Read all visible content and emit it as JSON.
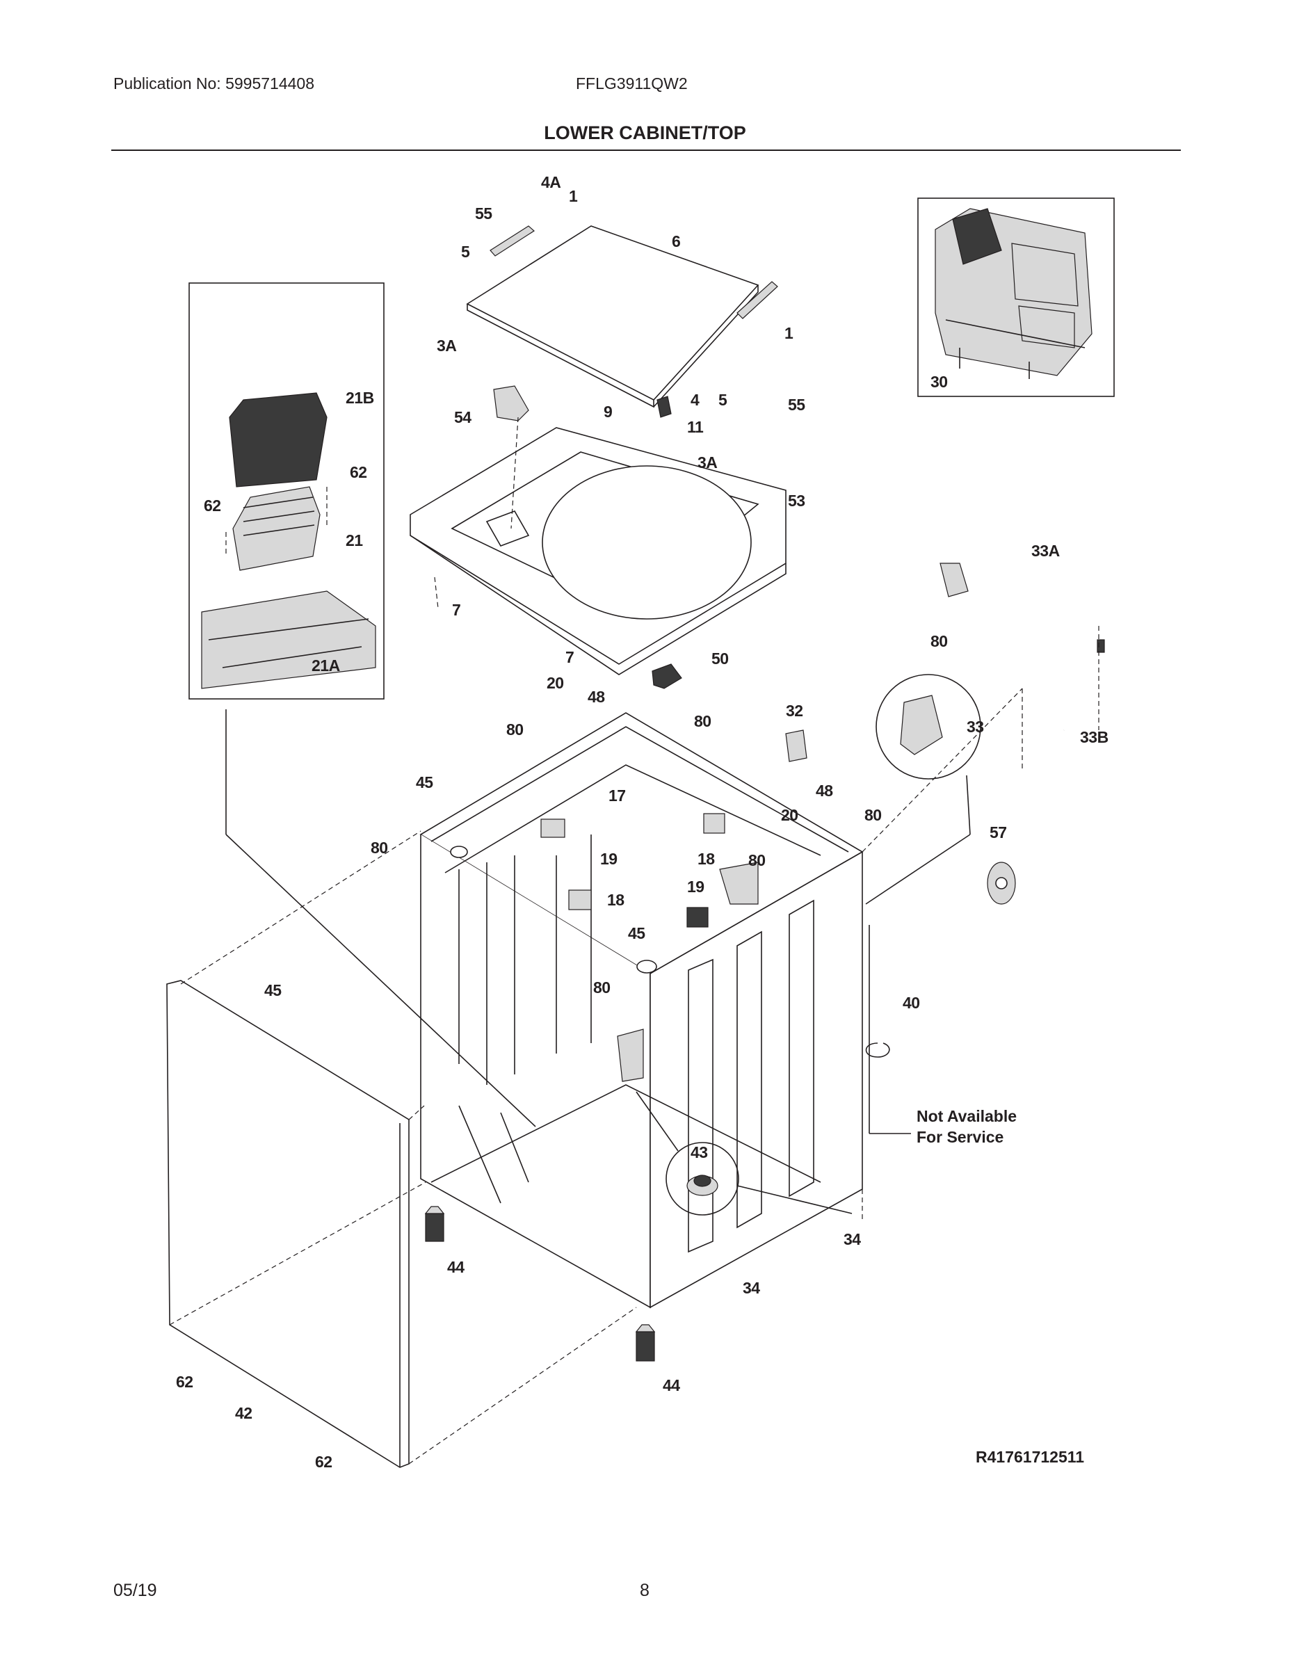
{
  "header": {
    "publication": "Publication No: 5995714408",
    "model": "FFLG3911QW2",
    "section_title": "LOWER CABINET/TOP"
  },
  "footer": {
    "date": "05/19",
    "page": "8"
  },
  "diagram": {
    "reference_code": "R41761712511",
    "not_available_note": [
      "Not Available",
      "For Service"
    ],
    "callouts": [
      "4A",
      "1",
      "55",
      "5",
      "6",
      "3A",
      "1",
      "4",
      "5",
      "55",
      "9",
      "11",
      "3A",
      "54",
      "53",
      "7",
      "7",
      "50",
      "20",
      "48",
      "80",
      "80",
      "32",
      "45",
      "17",
      "48",
      "20",
      "80",
      "80",
      "19",
      "18",
      "80",
      "18",
      "19",
      "45",
      "45",
      "80",
      "40",
      "43",
      "34",
      "34",
      "44",
      "44",
      "62",
      "42",
      "62",
      "33A",
      "80",
      "33",
      "33B",
      "57",
      "21B",
      "62",
      "62",
      "21",
      "21A",
      "30"
    ]
  }
}
